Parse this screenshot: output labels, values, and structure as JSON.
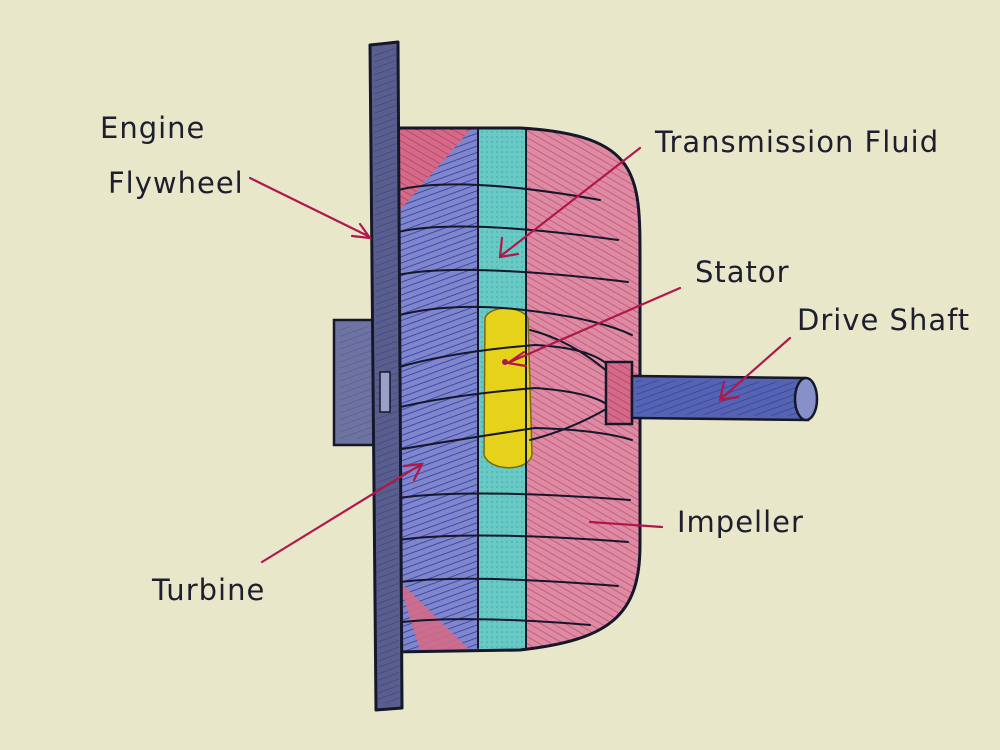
{
  "diagram": {
    "labels": {
      "engine_line1": "Engine",
      "engine_line2": "Flywheel",
      "transmission_fluid": "Transmission Fluid",
      "stator": "Stator",
      "drive_shaft": "Drive Shaft",
      "impeller": "Impeller",
      "turbine": "Turbine"
    },
    "colors": {
      "paper": "#e9e7c9",
      "turbine_blue": "#4a53b6",
      "fluid_cyan": "#56c1c1",
      "impeller_red": "#d36a88",
      "stator_yellow": "#e6d21a",
      "shaft_blue": "#4c5aa8",
      "arrow_red": "#b0174a",
      "ink": "#15172a"
    }
  }
}
